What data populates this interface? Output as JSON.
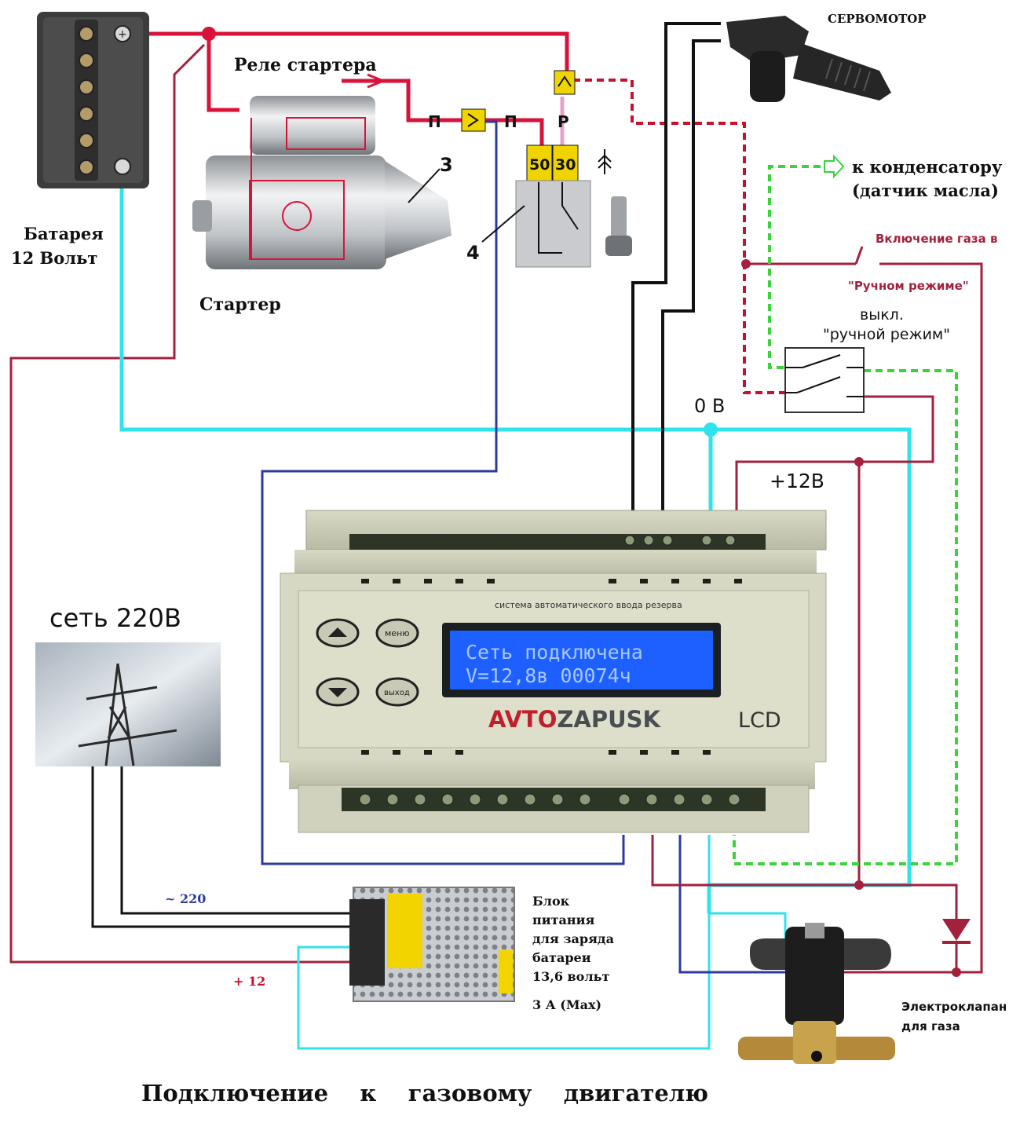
{
  "labels": {
    "servomotor": "СЕРВОМОТОР",
    "starter_relay": "Реле стартера",
    "battery_line1": "Батарея",
    "battery_line2": "12 Вольт",
    "starter": "Стартер",
    "num3": "3",
    "num4": "4",
    "p1": "П",
    "p2": "П",
    "r": "Р",
    "t50": "50",
    "t30": "30",
    "to_capacitor": "к конденсатору",
    "oil_sensor": "(датчик масла)",
    "gas_on_line1": "Включение газа  в",
    "gas_on_line2": "\"Ручном режиме\"",
    "manual_off_line1": "выкл.",
    "manual_off_line2": "\"ручной режим\"",
    "zero_v": "0 В",
    "plus12v": "+12В",
    "mains": "сеть 220В",
    "ac220": "~ 220",
    "plus12": "+ 12",
    "psu_line1": "Блок",
    "psu_line2": "питания",
    "psu_line3": "для заряда",
    "psu_line4": "батареи",
    "psu_line5": "13,6 вольт",
    "psu_current": "3 А (Max)",
    "valve_line1": "Электроклапан",
    "valve_line2": "для  газа",
    "title": "Подключение    к    газовому    двигателю"
  },
  "controller": {
    "subtitle": "система автоматического ввода резерва",
    "menu_button": "меню",
    "exit_button": "выход",
    "lcd_line1": "Сеть  подключена",
    "lcd_line2": "V=12,8в   00074ч",
    "brand_avto": "AVTO",
    "brand_zapusk": "ZAPUSK",
    "model": "LCD"
  },
  "colors": {
    "positive_wire": "#d9123a",
    "ground_wire": "#2fe3ea",
    "control_wire": "#2b3aa0",
    "plus_wire": "#a3213d",
    "signal_wire": "#111111",
    "oil_sensor_wire": "#3ad43a",
    "lcd_background": "#1e60ff",
    "relay_terminal": "#f0d400"
  },
  "icons": {
    "servomotor": "actuator-icon",
    "battery": "battery-icon",
    "starter": "starter-motor-icon",
    "ignition": "ignition-key-icon",
    "mains": "power-pylon-icon",
    "psu": "power-supply-icon",
    "valve": "solenoid-valve-icon",
    "diode": "diode-icon",
    "switch": "double-switch-icon",
    "antenna": "antenna-icon"
  }
}
